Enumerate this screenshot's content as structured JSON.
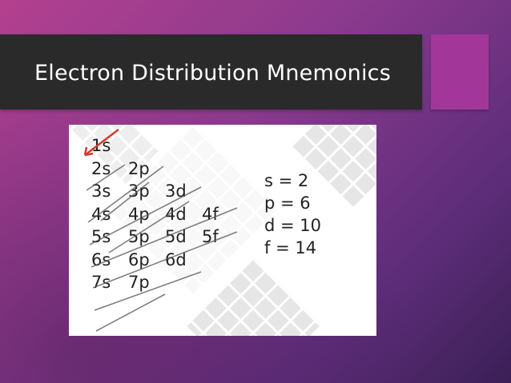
{
  "slide": {
    "title": "Electron Distribution Mnemonics"
  },
  "figure": {
    "rows": [
      [
        "1s"
      ],
      [
        "2s",
        "2p"
      ],
      [
        "3s",
        "3p",
        "3d"
      ],
      [
        "4s",
        "4p",
        "4d",
        "4f"
      ],
      [
        "5s",
        "5p",
        "5d",
        "5f"
      ],
      [
        "6s",
        "6p",
        "6d"
      ],
      [
        "7s",
        "7p"
      ]
    ],
    "capacities": [
      "s = 2",
      "p = 6",
      "d = 10",
      "f = 14"
    ]
  },
  "colors": {
    "title_bar": "#2a2a2a",
    "accent": "#a23799",
    "arrow": "#d93a2b",
    "scribble": "#555555"
  },
  "icons": [
    "diagonal-arrow-icon"
  ]
}
